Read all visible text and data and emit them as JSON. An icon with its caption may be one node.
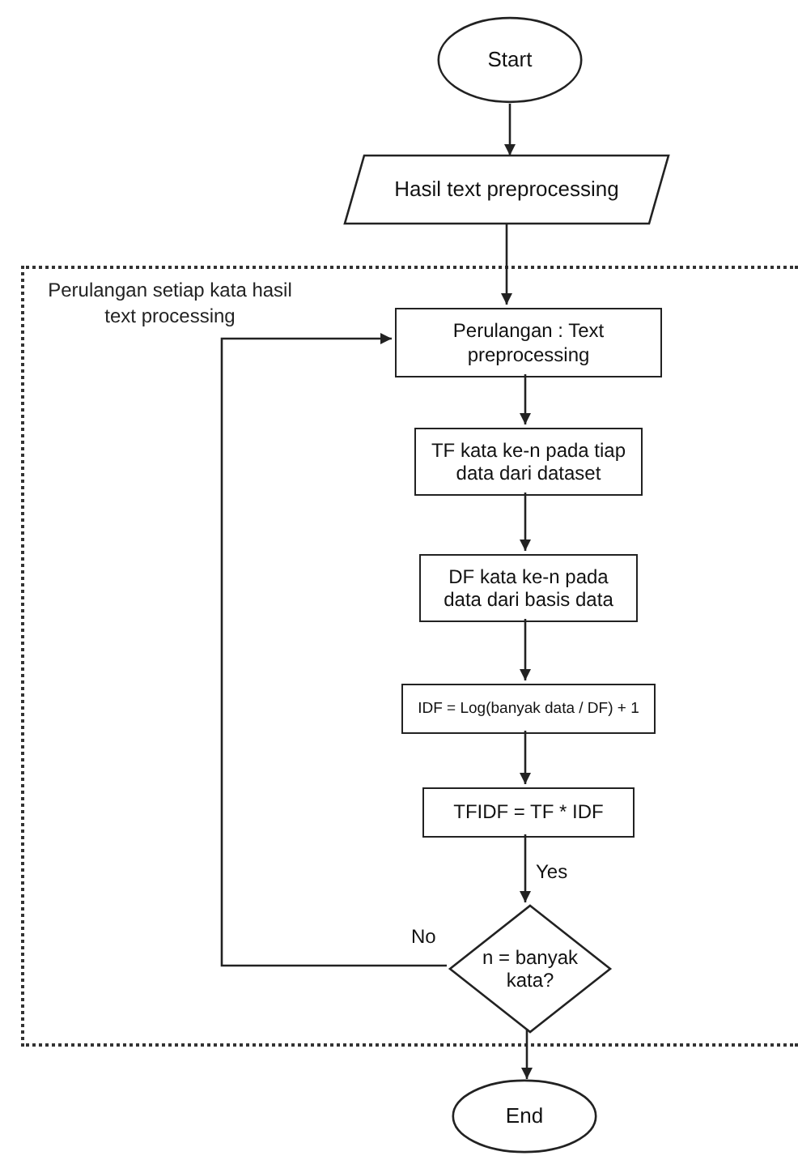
{
  "diagram": {
    "nodes": [
      {
        "text": [
          "Start"
        ]
      },
      {
        "text": [
          "Hasil text preprocessing"
        ]
      },
      {
        "text": [
          "Perulangan setiap kata hasil text processing"
        ]
      },
      {
        "text": [
          "Perulangan : Text preprocessing"
        ],
        "in": 2
      },
      {
        "text": [
          "TF kata ke-n pada tiap data dari dataset"
        ],
        "in": 2
      },
      {
        "text": [
          "DF kata ke-n pada data dari basis data"
        ],
        "in": 2
      },
      {
        "text": [
          "IDF = Log(banyak data / DF) + 1"
        ],
        "in": 2
      },
      {
        "text": [
          "TFIDF = TF * IDF"
        ],
        "in": 2
      },
      {
        "text": [
          "n = banyak kata?"
        ],
        "in": 2
      },
      {
        "text": [
          "End"
        ]
      }
    ],
    "edges": [
      {
        "from": 0,
        "to": 1,
        "arrow": "to"
      },
      {
        "from": 1,
        "to": 3,
        "arrow": "to"
      },
      {
        "from": 3,
        "to": 4,
        "arrow": "to"
      },
      {
        "from": 4,
        "to": 5,
        "arrow": "to"
      },
      {
        "from": 5,
        "to": 6,
        "arrow": "to"
      },
      {
        "from": 6,
        "to": 7,
        "arrow": "to"
      },
      {
        "from": 7,
        "to": 8,
        "arrow": "to",
        "label": "Yes"
      },
      {
        "from": 8,
        "to": 3,
        "arrow": "to",
        "label": "No"
      },
      {
        "from": 8,
        "to": 9,
        "arrow": "to"
      }
    ]
  }
}
